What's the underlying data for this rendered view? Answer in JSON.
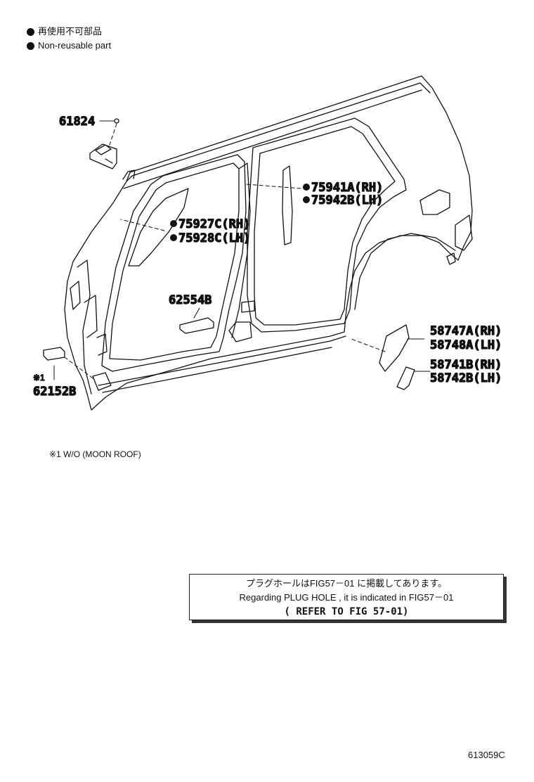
{
  "legend": {
    "line_jp": "再使用不可部品",
    "line_en": "Non-reusable part"
  },
  "parts": {
    "p61824": "61824",
    "p75941a": "75941A(RH)",
    "p75942b": "75942B(LH)",
    "p75927c": "75927C(RH)",
    "p75928c": "75928C(LH)",
    "p62554b": "62554B",
    "p58747a": "58747A(RH)",
    "p58748a": "58748A(LH)",
    "p58741b": "58741B(RH)",
    "p58742b": "58742B(LH)",
    "mark1": "※1",
    "p62152b": "62152B"
  },
  "footnote": "※1 W/O (MOON ROOF)",
  "note": {
    "line1": "プラグホールはFIG57－01 に掲載してあります。",
    "line2": "Regarding  PLUG  HOLE  ,  it  is  indicated  in  FIG57－01",
    "line3": "(   REFER TO FIG 57-01)"
  },
  "figure_id": "613059C",
  "colors": {
    "ink": "#111111",
    "paper": "#ffffff"
  }
}
